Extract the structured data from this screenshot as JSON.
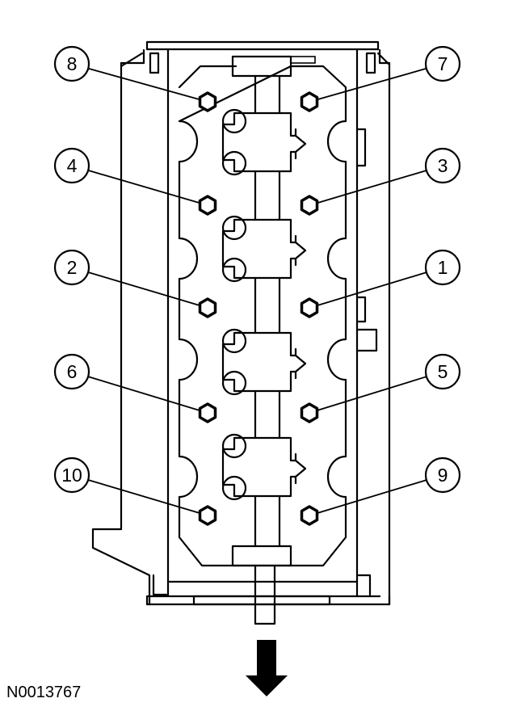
{
  "figure_id": "N0013767",
  "callouts": [
    {
      "label": "1",
      "bolt": 1
    },
    {
      "label": "2",
      "bolt": 2
    },
    {
      "label": "3",
      "bolt": 3
    },
    {
      "label": "4",
      "bolt": 4
    },
    {
      "label": "5",
      "bolt": 5
    },
    {
      "label": "6",
      "bolt": 6
    },
    {
      "label": "7",
      "bolt": 7
    },
    {
      "label": "8",
      "bolt": 8
    },
    {
      "label": "9",
      "bolt": 9
    },
    {
      "label": "10",
      "bolt": 10
    }
  ],
  "arrow": {
    "direction": "down"
  }
}
